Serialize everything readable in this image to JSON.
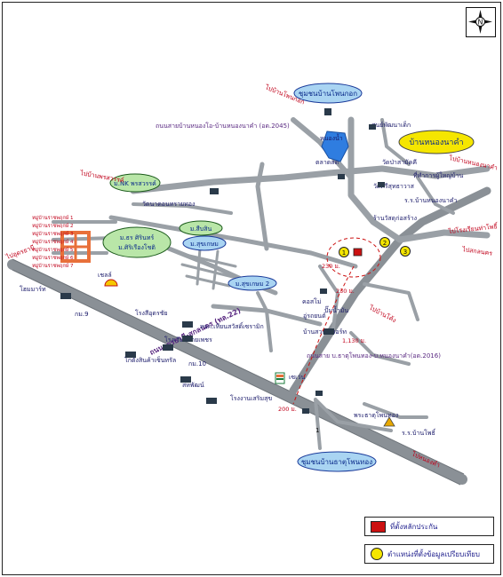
{
  "compass": {
    "north_label": "N"
  },
  "areas": {
    "top_community": "ชุมชนบ้านโพนกอก",
    "bottom_community": "ชุมชนบ้านธาตุโพนทอง",
    "nong_na_kham": "บ้านหนองนาคำ",
    "phon_sawan": "ม.NK พรสวรรค์",
    "sarinthorn": "ม.ธร ศิรินทร์",
    "suebsin": "ม.สืบสิน",
    "sirin": "ม.ศิริเรืองโชติ",
    "sukkasem": "ม.สุขเกษม",
    "suksamai": "ม.สุขเกษม 2"
  },
  "roads": {
    "north_road": "ถนนสายบ้านหนองโอ-บ้านหนองนาคำ (อด.2045)",
    "main_highway": "ถนนอุดรธานี-สกลนคร (ทล.22)",
    "south_road": "ถนนสาย บ.ธาตุโพนทอง-บ.หนองนาคำ(อด.2016)",
    "to_phon_han": "ไปบ้านโพนกอก",
    "to_nong_na_kham": "ไปบ้านหนองนาคำ",
    "to_sakon": "ไปสกลนคร",
    "to_udon": "ไปอุดรธานี",
    "to_kham": "ไปหนองคำ",
    "to_ban_rong": "ไปบ้านโค้ง",
    "to_top_left": "ไปบ้านพรสวรรค์",
    "to_right_top": "ไปโรงเรียนท่าโพธิ์"
  },
  "places": {
    "temple": "วัดนาดอนทรายทอง",
    "nong_pond": "หนองน้ำ",
    "health_center": "ศูนย์พัฒนาเด็ก",
    "school_north": "ร.ร.บ้านหนองนาคำ",
    "school_south": "ร.ร.บ้านโพธิ์",
    "temple_east": "วัดศรีสุทธาวาส",
    "clinic": "ที่ทำการผู้ใหญ่บ้าน",
    "seven_eleven": "เซเว่น",
    "shop_1": "โรงเรียนสายเพชร",
    "shop_2": "โรงสีอุดรชัย",
    "shop_3": "ปั๊มน้ำมัน",
    "factory": "โรงงานเสริมสุข",
    "factory_2": "สหพัฒน์",
    "warehouse": "โกดังสินค้าเซ็นทรัล",
    "tile_shop": "หจก.เทียนสวัสดิ์เซรามิก",
    "hardware": "ร้านวัสดุก่อสร้าง",
    "garage": "อู่รถยนต์",
    "big_shop": "บ้านสวน รีสอร์ท",
    "phra_that": "พระธาตุโพนทอง",
    "market": "ตลาดสด",
    "wat_ban": "วัดป่าสามัคคี",
    "shell": "เชลล์",
    "mart_left": "โฮมมาร์ท",
    "cosmo": "คอสโม่",
    "scale_1": "230 ม.",
    "scale_2": "230 ม.",
    "scale_3": "1,130 ม.",
    "scale_4": "200 ม.",
    "km_9": "กม.9",
    "km_10": "กม.10",
    "village_plots": [
      "หมู่บ้านราชพฤกษ์ 1",
      "หมู่บ้านราชพฤกษ์ 2",
      "หมู่บ้านราชพฤกษ์ 3",
      "หมู่บ้านราชพฤกษ์ 4",
      "หมู่บ้านราชพฤกษ์ 5",
      "หมู่บ้านราชพฤกษ์ 6",
      "หมู่บ้านราชพฤกษ์ 7"
    ],
    "comparables": [
      "1",
      "2",
      "3"
    ],
    "km_marker": "1"
  },
  "legend": {
    "subject": "ที่ตั้งหลักประกัน",
    "comparable": "ตำแหน่งที่ตั้งข้อมูลเปรียบเทียบ"
  },
  "colors": {
    "road": "#9aa0a6",
    "subject": "#cc1111",
    "comparable": "#f5e600",
    "ellipse_blue": "#a9d4f2",
    "ellipse_green": "#b9e6a8",
    "ellipse_yellow": "#f5e600",
    "water": "#2f7de0",
    "plot": "#e8703a",
    "dir_label": "#c0001a",
    "road_label": "#5a2a82"
  }
}
